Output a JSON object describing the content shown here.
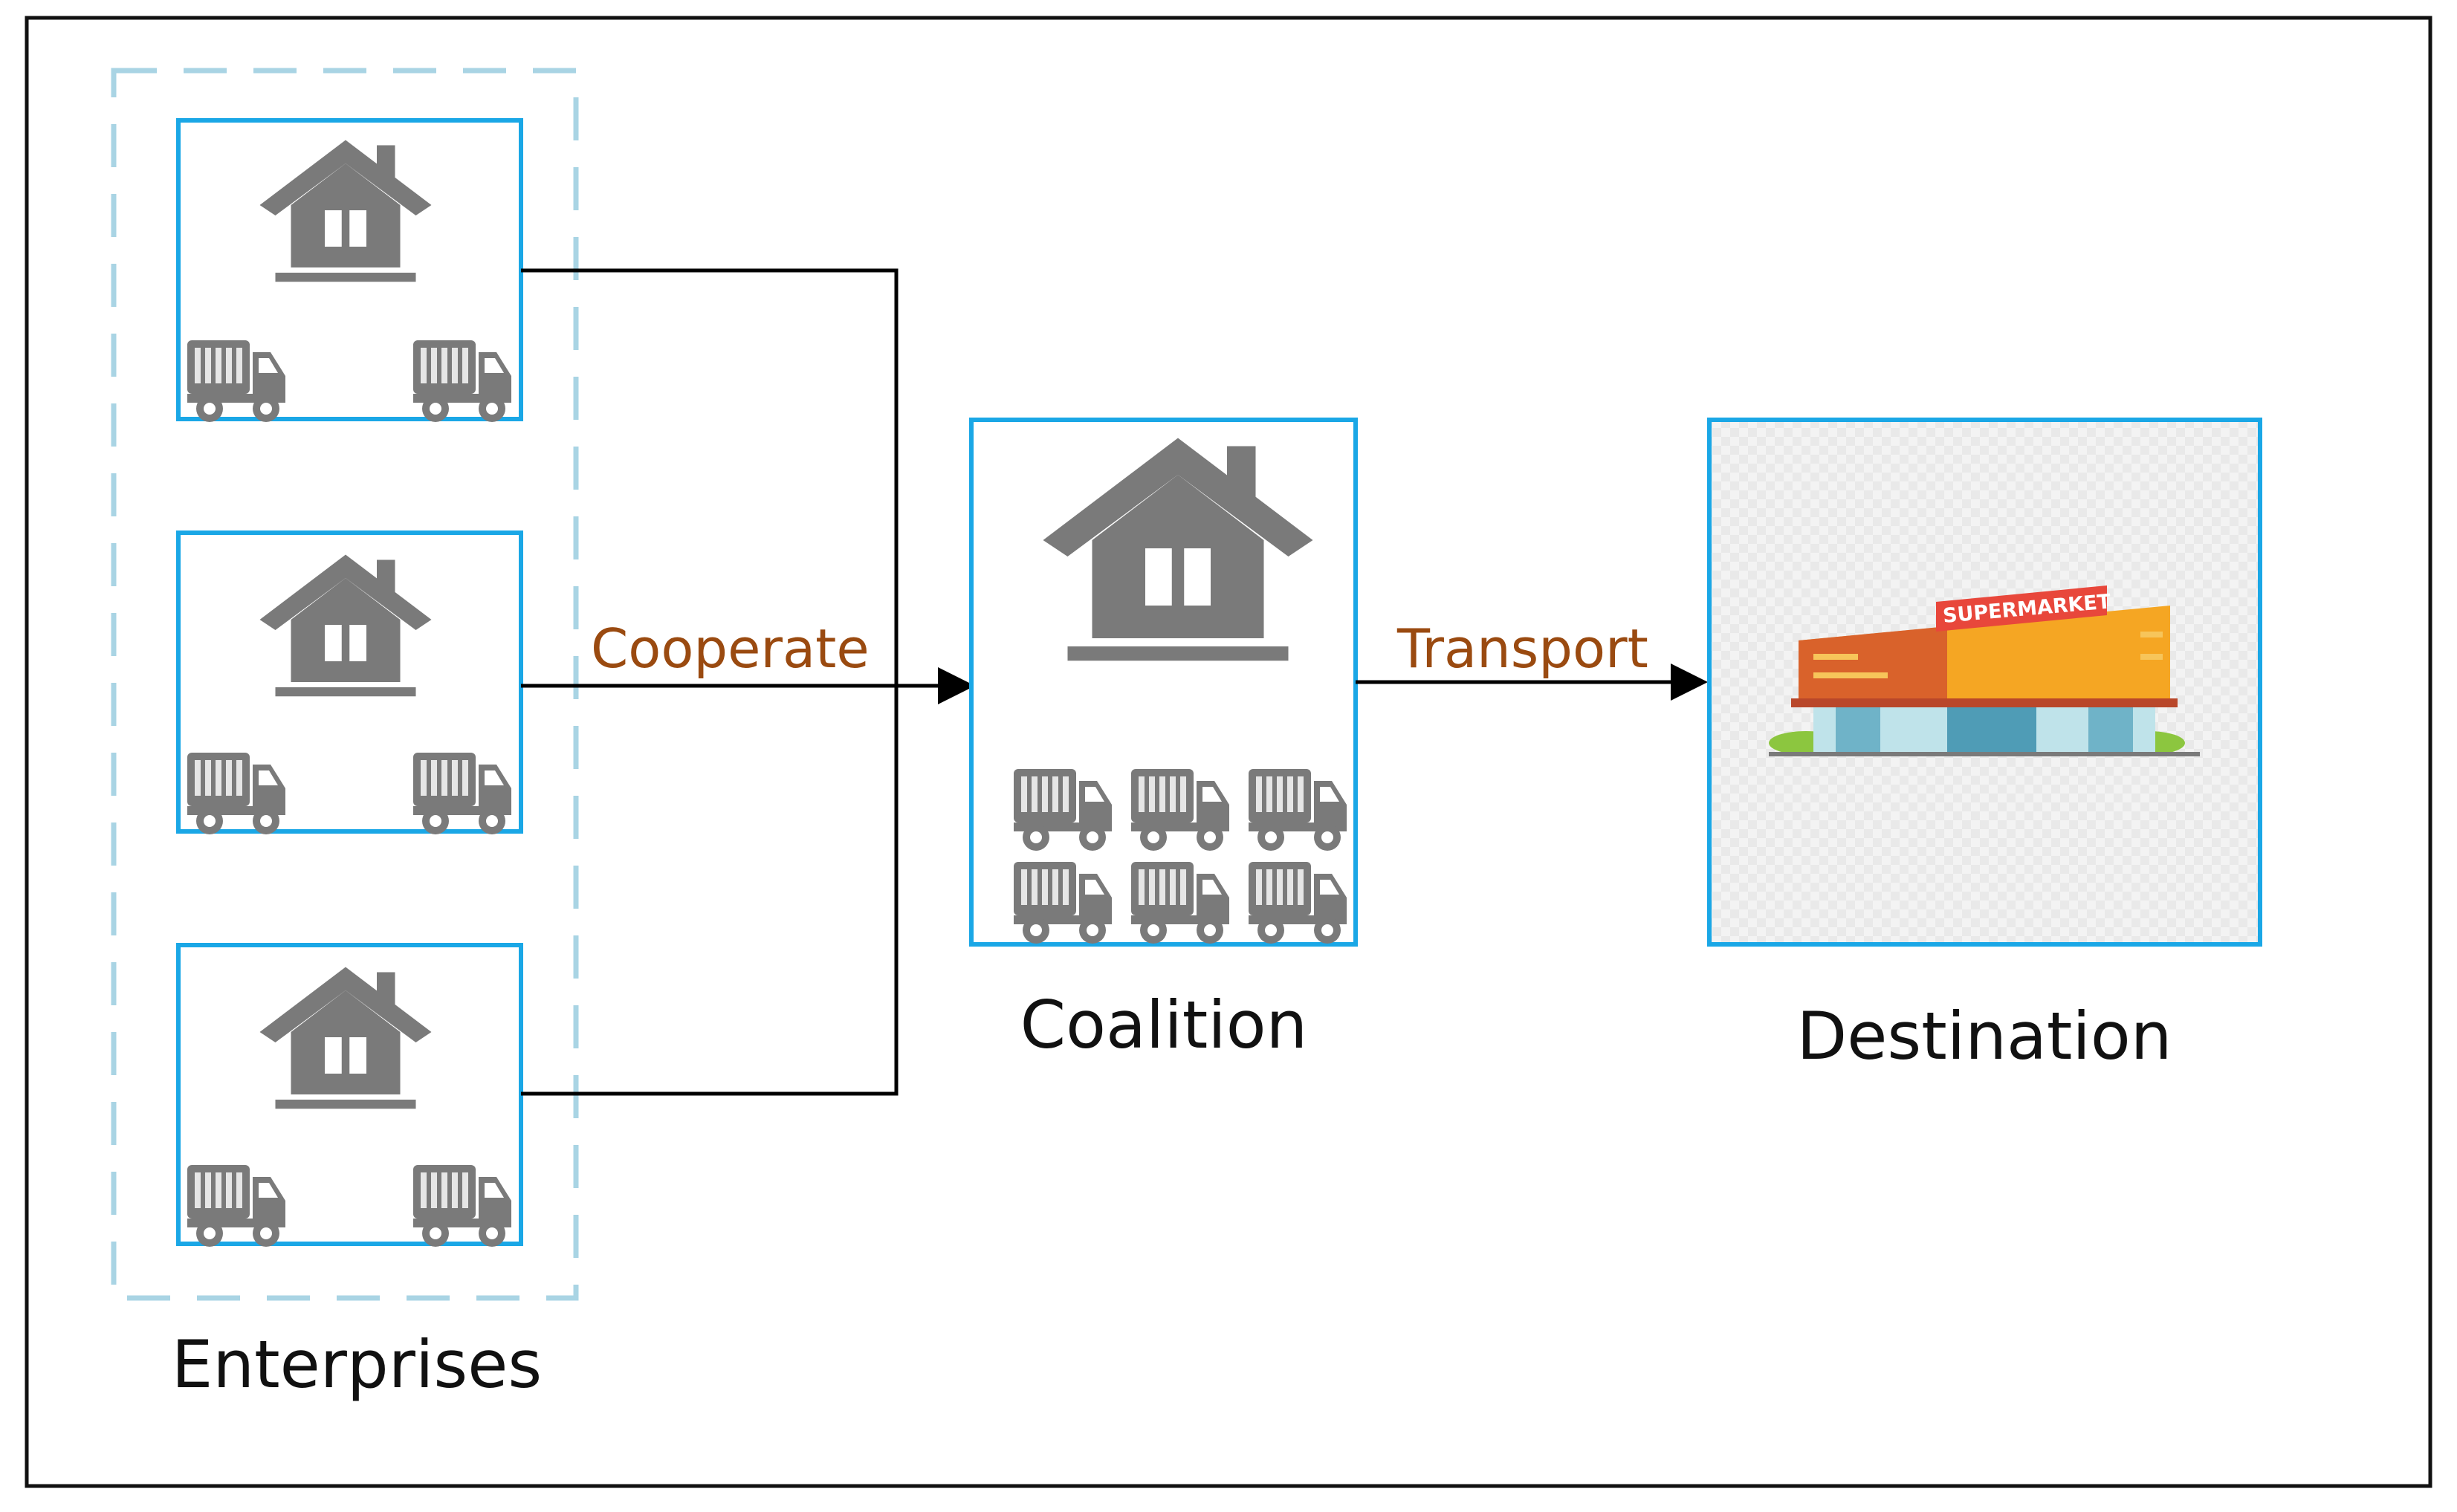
{
  "labels": {
    "cooperate": "Cooperate",
    "transport": "Transport",
    "enterprises": "Enterprises",
    "coalition": "Coalition",
    "destination": "Destination",
    "supermarket_sign": "SUPERMARKET"
  },
  "enterprises": [
    {
      "trucks": 2
    },
    {
      "trucks": 2
    },
    {
      "trucks": 2
    }
  ],
  "coalition": {
    "trucks": 6
  },
  "colors": {
    "frame": "#111111",
    "box_border": "#1aa7e6",
    "dashed_group": "#a9d4e4",
    "icon_gray": "#7a7a7a",
    "edge_label": "#9a4a10",
    "connector": "#000000"
  }
}
